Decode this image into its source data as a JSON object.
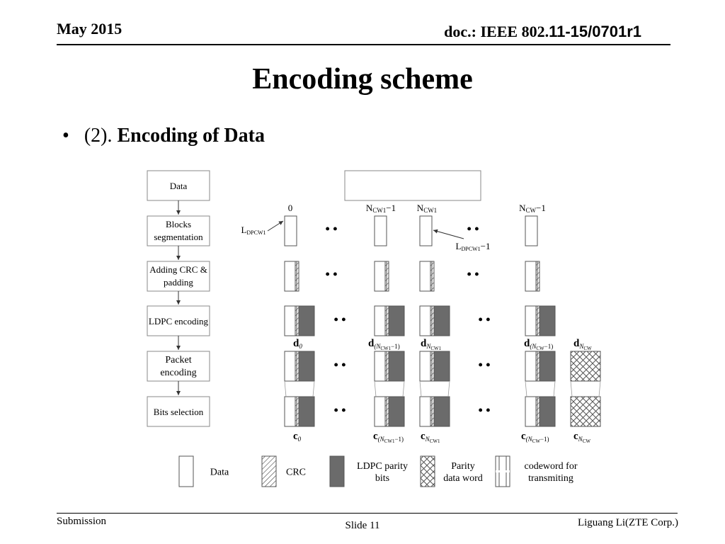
{
  "header": {
    "date": "May 2015",
    "doc_prefix": "doc.: IEEE 802.",
    "doc_suffix": "11-15/0701r1"
  },
  "slide": {
    "title": "Encoding scheme",
    "bullet_symbol": "•",
    "bullet_number": "(2).",
    "bullet_text": "Encoding of Data"
  },
  "diagram": {
    "flow_steps": [
      "Data",
      "Blocks segmentation",
      "Adding CRC & padding",
      "LDPC encoding",
      "Packet encoding",
      "Bits selection"
    ],
    "flow_steps_lines": [
      [
        "Data"
      ],
      [
        "Blocks",
        "segmentation"
      ],
      [
        "Adding CRC &",
        "padding"
      ],
      [
        "LDPC encoding"
      ],
      [
        "Packet",
        "encoding"
      ],
      [
        "Bits selection"
      ]
    ],
    "index_labels": {
      "first": "0",
      "ncw1_minus_1": "N",
      "ncw1_minus_1_sub": "CW1",
      "ncw1_minus_1_suffix": "−1",
      "ncw1": "N",
      "ncw1_sub": "CW1",
      "ncw_minus_1": "N",
      "ncw_minus_1_sub": "CW",
      "ncw_minus_1_suffix": "−1"
    },
    "block_length_labels": {
      "l1": "L",
      "l1_sub": "DPCW1",
      "l2": "L",
      "l2_sub": "DPCW1",
      "l2_suffix": "−1"
    },
    "ellipsis": "• •",
    "d_labels": {
      "d0_main": "d",
      "d0_sub": "0",
      "d1_main": "d",
      "d1_sub": "(N",
      "d1_sub2": "CW1",
      "d1_sub3": "−1)",
      "d2_main": "d",
      "d2_sub": "N",
      "d2_sub2": "CW1",
      "d3_main": "d",
      "d3_sub": "(N",
      "d3_sub2": "CW",
      "d3_sub3": "−1)",
      "d4_main": "d",
      "d4_sub": "N",
      "d4_sub2": "CW"
    },
    "c_labels": {
      "c0_main": "c",
      "c0_sub": "0",
      "c1_main": "c",
      "c1_sub": "(N",
      "c1_sub2": "CW1",
      "c1_sub3": "−1)",
      "c2_main": "c",
      "c2_sub": "N",
      "c2_sub2": "CW1",
      "c3_main": "c",
      "c3_sub": "(N",
      "c3_sub2": "CW",
      "c3_sub3": "−1)",
      "c4_main": "c",
      "c4_sub": "N",
      "c4_sub2": "CW"
    },
    "legend": [
      {
        "key": "data",
        "lines": [
          "Data"
        ]
      },
      {
        "key": "crc",
        "lines": [
          "CRC"
        ]
      },
      {
        "key": "ldpc",
        "lines": [
          "LDPC parity",
          "bits"
        ]
      },
      {
        "key": "parity",
        "lines": [
          "Parity",
          "data word"
        ]
      },
      {
        "key": "codeword",
        "lines": [
          "codeword for",
          "transmiting"
        ]
      }
    ],
    "colors": {
      "parity_fill": "#6b6b6b",
      "stroke": "#555555",
      "box_stroke": "#888888"
    }
  },
  "footer": {
    "submission": "Submission",
    "slide": "Slide 11",
    "author": "Liguang Li(ZTE Corp.)"
  }
}
